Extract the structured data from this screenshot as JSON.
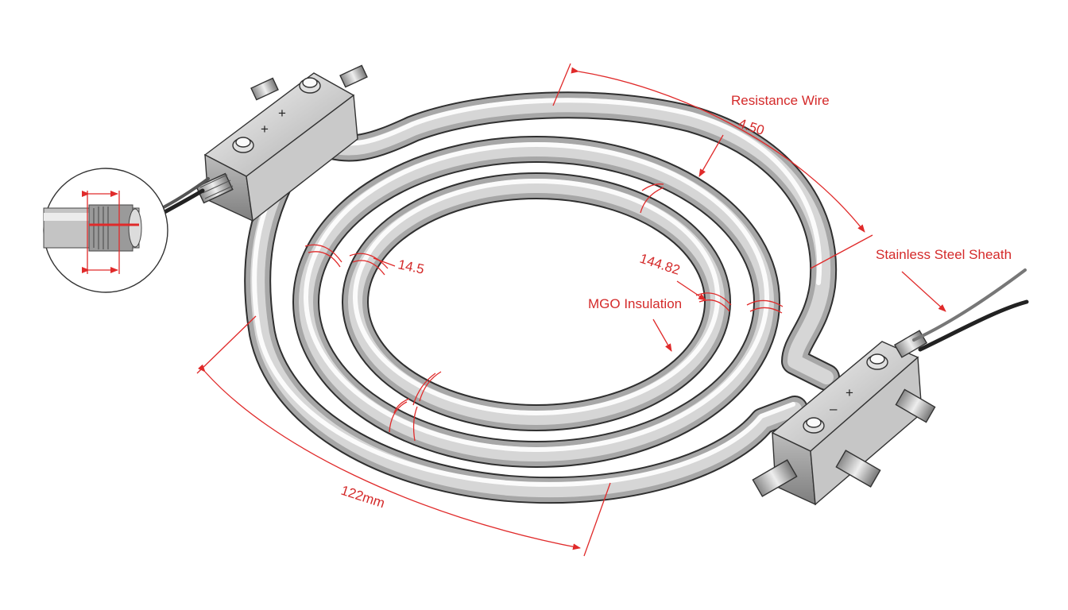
{
  "labels": {
    "resistance_wire": "Resistance Wire",
    "stainless_steel_sheath": "Stainless Steel Sheath",
    "mgo_insulation": "MGO Insulation"
  },
  "dimensions": {
    "outer_arc": "4.50",
    "tube_gap": "14.5",
    "inner_diameter": "144.82",
    "lower_arc": "122mm"
  },
  "terminals": {
    "left_top_plus": "+",
    "left_mid_plus": "+",
    "right_top_plus": "+",
    "right_minus": "–"
  },
  "colors": {
    "annotation": "#e02a2a",
    "metal_light": "#f4f4f4",
    "metal_dark": "#6e6e6e",
    "outline": "#3a3a3a"
  }
}
